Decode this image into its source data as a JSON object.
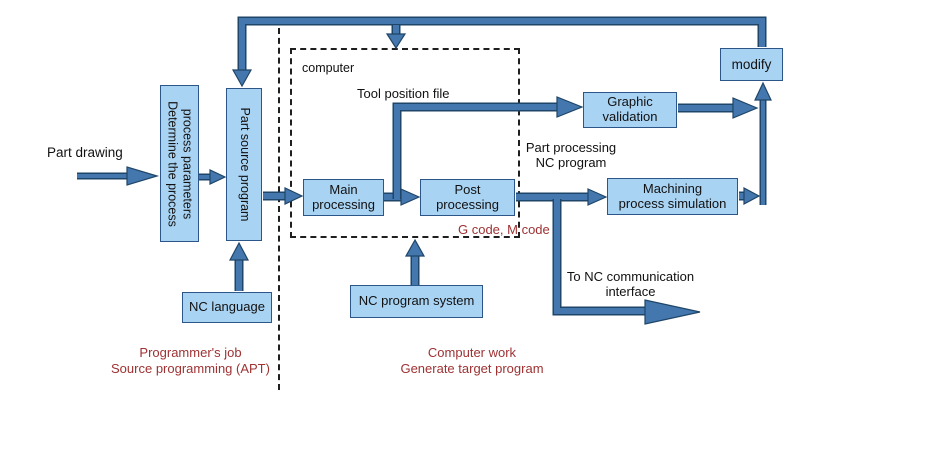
{
  "colors": {
    "box_fill": "#A9D3F3",
    "box_border": "#2B5687",
    "arrow_fill": "#4377AD",
    "arrow_dark": "#1F4568",
    "annotation_red": "#9E3132"
  },
  "labels": {
    "part_drawing": "Part drawing",
    "computer": "computer",
    "tool_position_file": "Tool position file",
    "part_processing": "Part processing\nNC program",
    "g_code": "G code, M code",
    "to_nc_interface": "To NC communication\ninterface"
  },
  "boxes": {
    "determine": "process parameters\nDetermine the process",
    "part_source": "Part source program",
    "main": "Main\nprocessing",
    "post": "Post\nprocessing",
    "graphic": "Graphic\nvalidation",
    "machining": "Machining\nprocess simulation",
    "modify": "modify",
    "nc_language": "NC language",
    "nc_program_system": "NC program system"
  },
  "annotations": {
    "programmers_job": "Programmer's job\nSource programming (APT)",
    "computer_work": "Computer work\nGenerate target program"
  }
}
